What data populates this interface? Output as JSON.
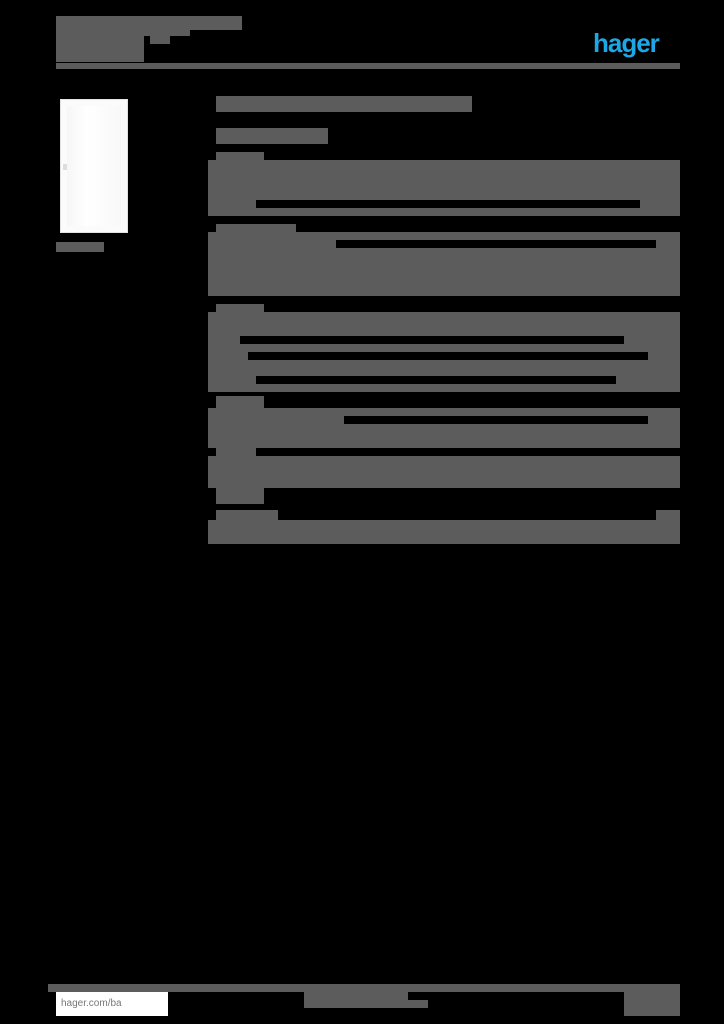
{
  "header": {
    "brand_logo": "hager",
    "brand_color": "#1ea7e6",
    "title_redacted": true,
    "subtitle_redacted": true
  },
  "product": {
    "image": "door-panel-white",
    "caption_redacted": true
  },
  "main": {
    "heading_redacted": true,
    "subheading_redacted": true,
    "sections": [
      {
        "label_redacted": true,
        "rows": 4
      },
      {
        "label_redacted": true,
        "rows": 4
      },
      {
        "label_redacted": true,
        "rows": 6
      },
      {
        "label_redacted": true,
        "rows": 2
      },
      {
        "label_redacted": true,
        "rows": 3
      },
      {
        "label_redacted": true,
        "rows": 2
      },
      {
        "label_redacted": true,
        "rows": 2
      }
    ]
  },
  "footer": {
    "link_text": "hager.com/ba",
    "center_redacted": true,
    "right_redacted": true
  },
  "colors": {
    "redaction": "#5b5c5b",
    "background": "#000000"
  }
}
